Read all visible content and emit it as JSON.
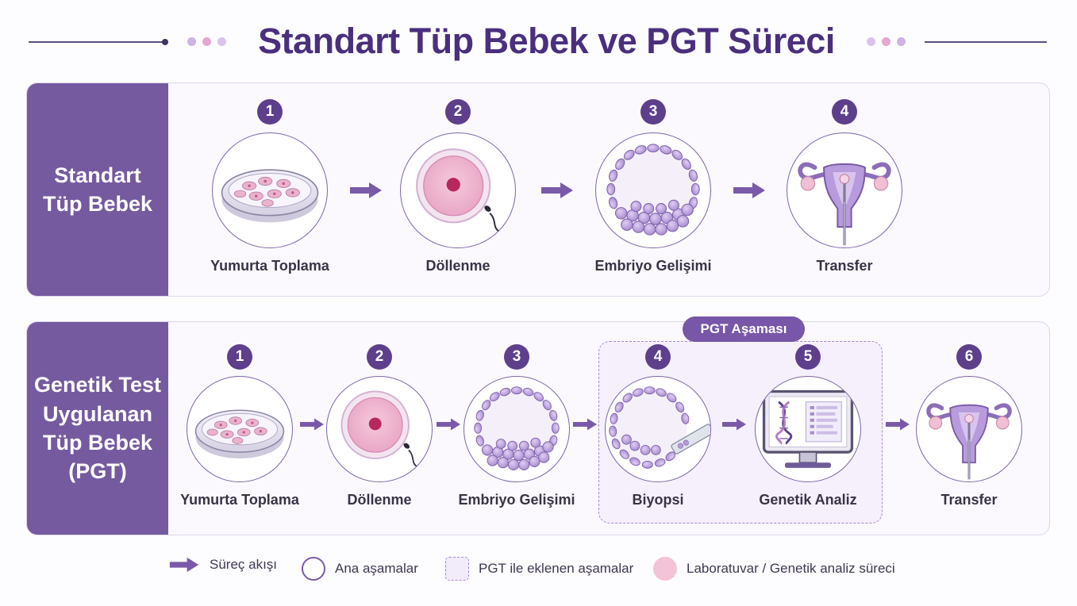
{
  "title": "Standart Tüp Bebek ve PGT Süreci",
  "colors": {
    "primary": "#755a9f",
    "badge": "#5d3f8c",
    "title": "#4a2f7e",
    "accent_pink": "#f3c3d8",
    "dashed": "#a889cf"
  },
  "rows": [
    {
      "label": "Standart\nTüp Bebek",
      "steps": [
        {
          "number": "1",
          "label": "Yumurta Toplama",
          "icon": "petri-dish-icon"
        },
        {
          "number": "2",
          "label": "Döllenme",
          "icon": "egg-sperm-icon"
        },
        {
          "number": "3",
          "label": "Embriyo Gelişimi",
          "icon": "blastocyst-icon"
        },
        {
          "number": "4",
          "label": "Transfer",
          "icon": "uterus-icon"
        }
      ]
    },
    {
      "label": "Genetik Test\nUygulanan\nTüp Bebek\n(PGT)",
      "pgt_label": "PGT Aşaması",
      "steps": [
        {
          "number": "1",
          "label": "Yumurta Toplama",
          "icon": "petri-dish-icon"
        },
        {
          "number": "2",
          "label": "Döllenme",
          "icon": "egg-sperm-icon"
        },
        {
          "number": "3",
          "label": "Embriyo Gelişimi",
          "icon": "blastocyst-icon"
        },
        {
          "number": "4",
          "label": "Biyopsi",
          "icon": "biopsy-icon"
        },
        {
          "number": "5",
          "label": "Genetik Analiz",
          "icon": "monitor-dna-icon"
        },
        {
          "number": "6",
          "label": "Transfer",
          "icon": "uterus-icon"
        }
      ]
    }
  ],
  "legend": [
    {
      "label": "Süreç akışı",
      "icon": "arrow-icon"
    },
    {
      "label": "Ana aşamalar",
      "icon": "circle-outline-icon"
    },
    {
      "label": "PGT ile eklenen aşamalar",
      "icon": "dashed-square-icon"
    },
    {
      "label": "Laboratuvar / Genetik analiz süreci",
      "icon": "pink-dot-icon"
    }
  ]
}
